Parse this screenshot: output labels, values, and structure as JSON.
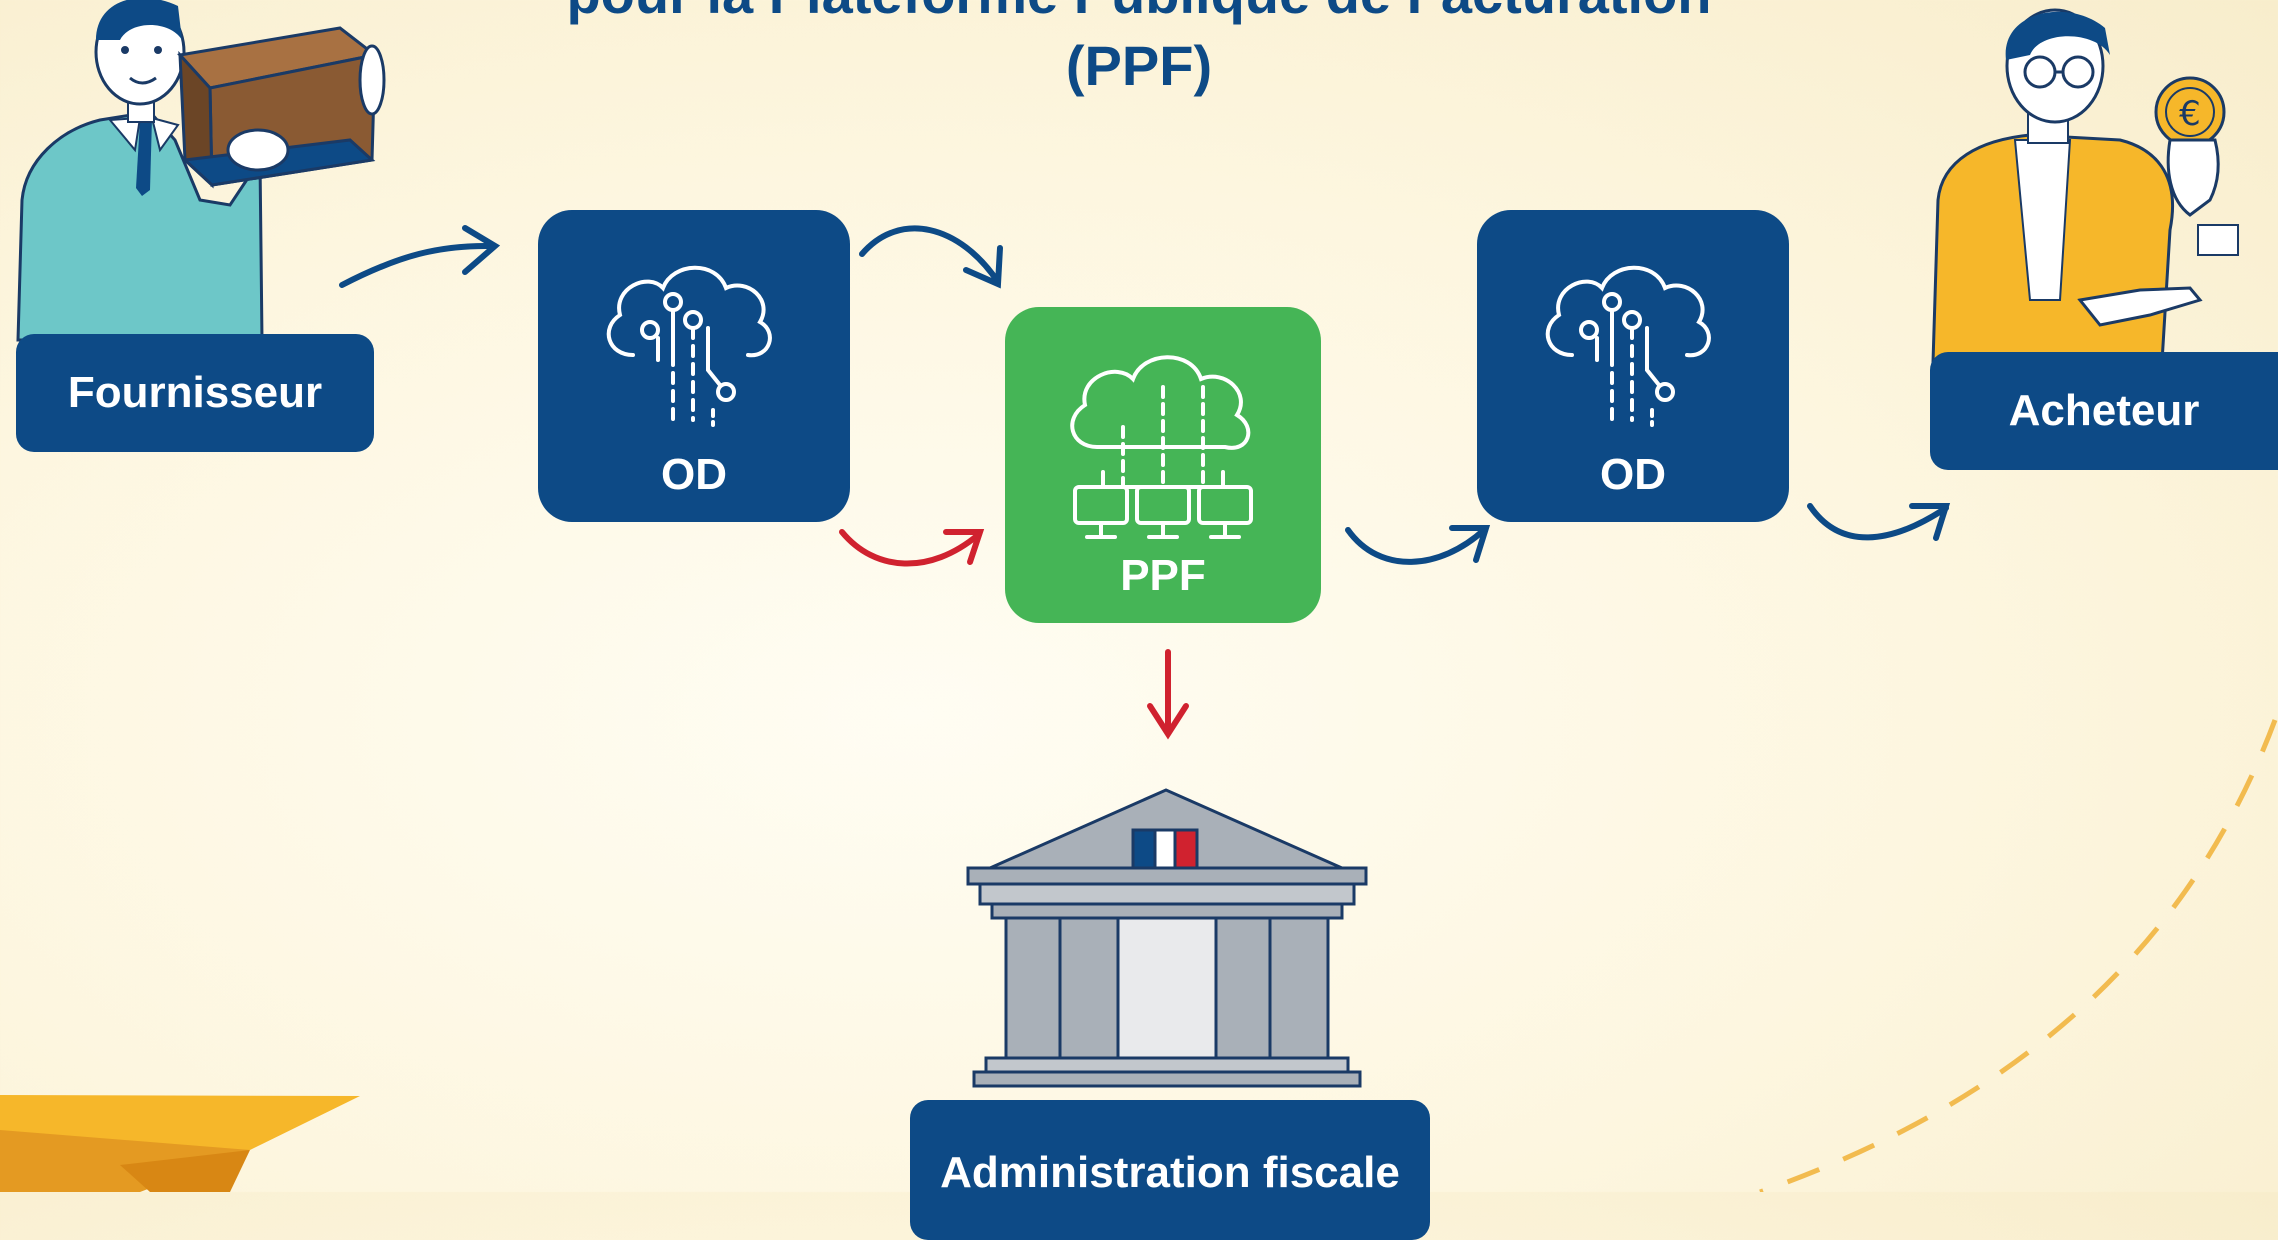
{
  "title": {
    "line1": "pour la Plateforme Publique de Facturation",
    "line2": "(PPF)"
  },
  "actors": {
    "supplier": "Fournisseur",
    "buyer": "Acheteur",
    "tax": "Administration fiscale"
  },
  "nodes": {
    "od_left": "OD",
    "ppf": "PPF",
    "od_right": "OD"
  },
  "colors": {
    "navy": "#0d4a86",
    "green": "#45b556",
    "red_arrow": "#d0222f",
    "yellow": "#f6b72a",
    "teal": "#6dc7c8",
    "background": "#fdf6df"
  },
  "icons": [
    "cloud-circuit-icon",
    "cloud-network-icon",
    "euro-coin-icon",
    "french-flag-icon",
    "government-building-icon",
    "paper-plane-icon"
  ]
}
